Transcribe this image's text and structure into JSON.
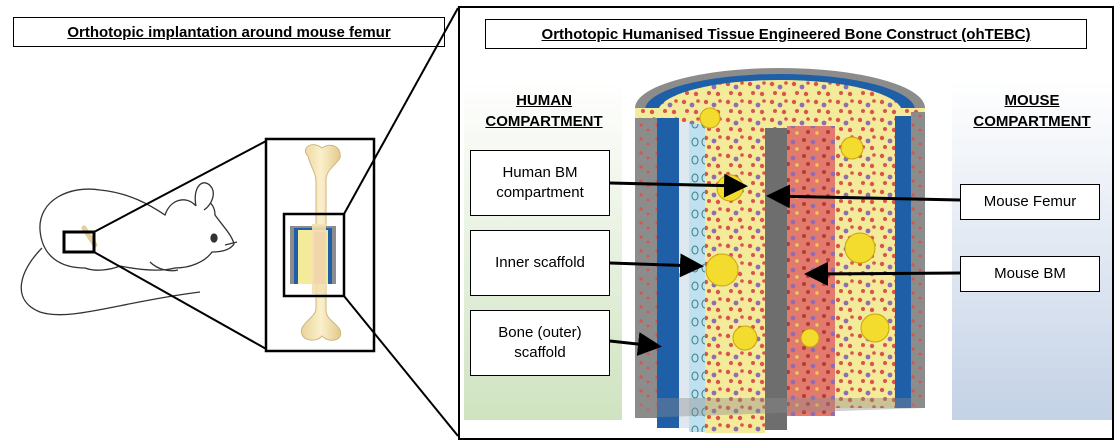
{
  "left_panel": {
    "title": "Orthotopic implantation around mouse femur"
  },
  "right_panel": {
    "title": "Orthotopic Humanised Tissue Engineered Bone Construct (ohTEBC)",
    "human_compartment": {
      "line1": "HUMAN",
      "line2": "COMPARTMENT",
      "color": "#cfe3c0"
    },
    "mouse_compartment": {
      "line1": "MOUSE",
      "line2": "COMPARTMENT",
      "color": "#c4d2e6"
    },
    "left_labels": [
      {
        "line1": "Human BM",
        "line2": "compartment"
      },
      {
        "line1": "Inner scaffold",
        "line2": ""
      },
      {
        "line1": "Bone (outer)",
        "line2": "scaffold"
      }
    ],
    "right_labels": [
      {
        "line1": "Mouse Femur"
      },
      {
        "line1": "Mouse BM"
      }
    ]
  },
  "colors": {
    "outer_scaffold": "#8c8c8c",
    "blue_layer": "#1f5fa8",
    "bone_marrow": "#f3ea9a",
    "mouse_bm": "#e27a6e",
    "femur_bone": "#f2e0b0"
  }
}
